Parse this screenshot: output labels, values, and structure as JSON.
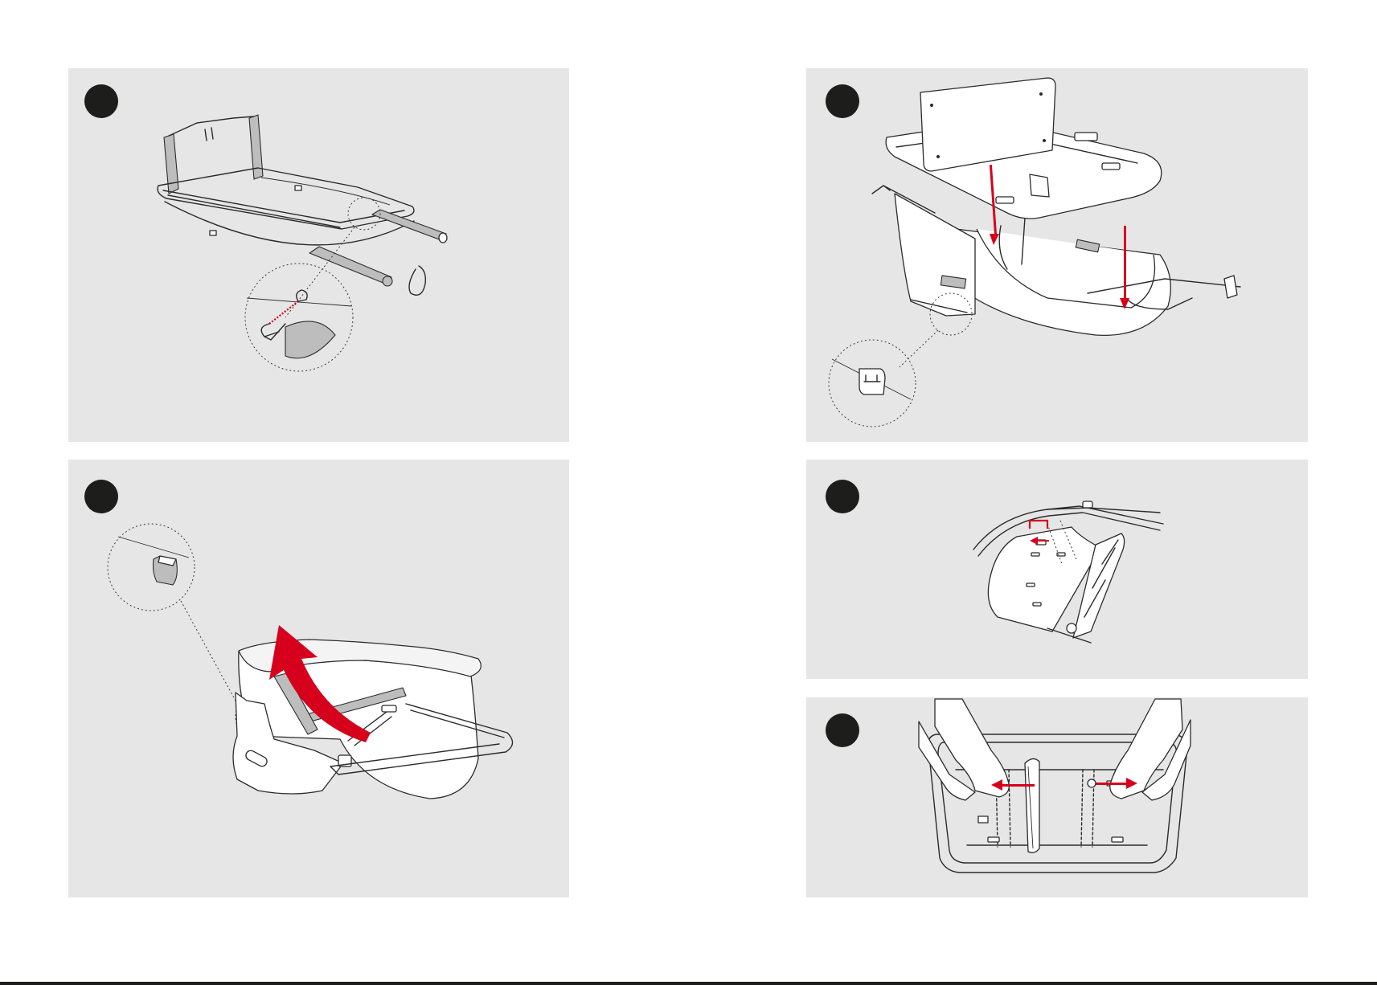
{
  "panels": [
    {
      "id": "frame-hook",
      "step_label": ""
    },
    {
      "id": "seat-unit-fit",
      "step_label": ""
    },
    {
      "id": "lift-fabric",
      "step_label": ""
    },
    {
      "id": "pocket-slot",
      "step_label": ""
    },
    {
      "id": "side-panels",
      "step_label": ""
    }
  ],
  "colors": {
    "panel_bg": "#e6e6e6",
    "step_dot": "#1d1d1b",
    "arrow": "#d6001c",
    "line": "#2b2b2b"
  }
}
